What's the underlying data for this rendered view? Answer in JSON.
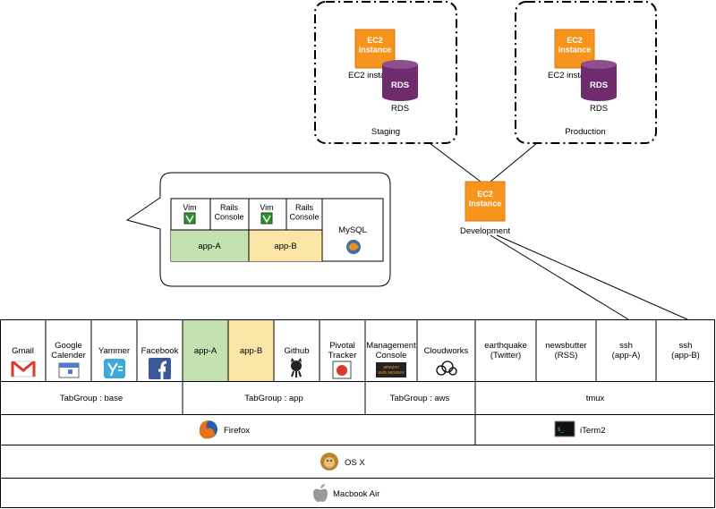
{
  "colors": {
    "ec2_orange": "#F7941D",
    "rds_purple": "#6E2C6F",
    "app_a_green": "#C3E2B0",
    "app_b_yellow": "#FBE6A8",
    "gmail_red": "#D93A2B",
    "yammer_blue": "#3FA9DE",
    "facebook_blue": "#3B5998"
  },
  "environments": {
    "staging": {
      "label": "Staging",
      "ec2_box": "EC2\ninstance",
      "ec2_label": "EC2 instance",
      "rds_box": "RDS",
      "rds_label": "RDS"
    },
    "production": {
      "label": "Production",
      "ec2_box": "EC2\ninstance",
      "ec2_label": "EC2 instance",
      "rds_box": "RDS",
      "rds_label": "RDS"
    },
    "development": {
      "ec2_box": "EC2\ninstance",
      "label": "Development"
    }
  },
  "callout": {
    "vim1": "Vim",
    "rails1": "Rails\nConsole",
    "vim2": "Vim",
    "rails2": "Rails\nConsole",
    "app_a": "app-A",
    "app_b": "app-B",
    "mysql": "MySQL"
  },
  "tabs": [
    {
      "id": "gmail",
      "label": "Gmail",
      "icon": "gmail-icon"
    },
    {
      "id": "google-calender",
      "label": "Google\nCalender",
      "icon": "google-calendar-icon"
    },
    {
      "id": "yammer",
      "label": "Yammer",
      "icon": "yammer-icon"
    },
    {
      "id": "facebook",
      "label": "Facebook",
      "icon": "facebook-icon"
    },
    {
      "id": "app-a",
      "label": "app-A",
      "icon": ""
    },
    {
      "id": "app-b",
      "label": "app-B",
      "icon": ""
    },
    {
      "id": "github",
      "label": "Github",
      "icon": "github-octocat-icon"
    },
    {
      "id": "pivotal-tracker",
      "label": "Pivotal\nTracker",
      "icon": "pivotal-tracker-icon"
    },
    {
      "id": "management-console",
      "label": "Management\nConsole",
      "icon": "amazon-web-services-icon"
    },
    {
      "id": "cloudworks",
      "label": "Cloudworks",
      "icon": "cloudworks-icon"
    },
    {
      "id": "earthquake",
      "label": "earthquake\n(Twitter)",
      "icon": ""
    },
    {
      "id": "newsbutter",
      "label": "newsbutter\n(RSS)",
      "icon": ""
    },
    {
      "id": "ssh-app-a",
      "label": "ssh\n(app-A)",
      "icon": ""
    },
    {
      "id": "ssh-app-b",
      "label": "ssh\n(app-B)",
      "icon": ""
    }
  ],
  "groups": {
    "base": "TabGroup : base",
    "app": "TabGroup : app",
    "aws": "TabGroup : aws",
    "tmux": "tmux"
  },
  "apps": {
    "firefox": "Firefox",
    "iterm2": "iTerm2",
    "iterm2_prompt": "$_"
  },
  "os": "OS X",
  "hardware": "Macbook Air",
  "aws_badge": "amazon\nweb services"
}
